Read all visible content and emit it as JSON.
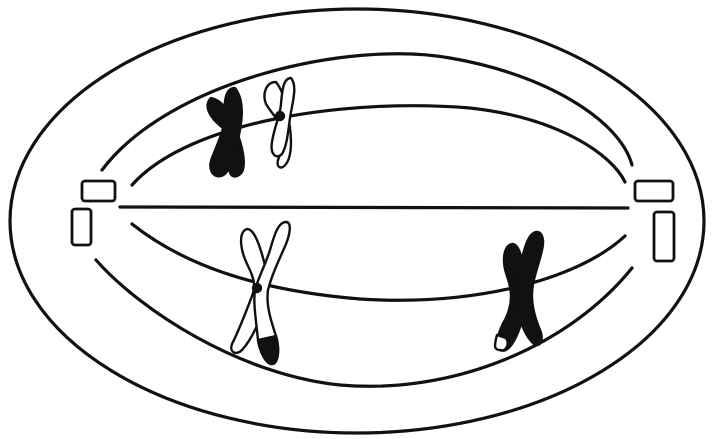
{
  "diagram": {
    "colors": {
      "ink": "#111111",
      "paper": "#ffffff",
      "dark_chromatid": "#111111",
      "light_chromatid": "#ffffff"
    },
    "parts": {
      "cell_membrane": "cell-membrane",
      "spindle": "spindle-fibers",
      "centrioles": "centrioles",
      "chromosomes": [
        {
          "shade": "dark"
        },
        {
          "shade": "light"
        },
        {
          "shade": "light-with-dark-tips"
        },
        {
          "shade": "dark"
        }
      ]
    }
  }
}
